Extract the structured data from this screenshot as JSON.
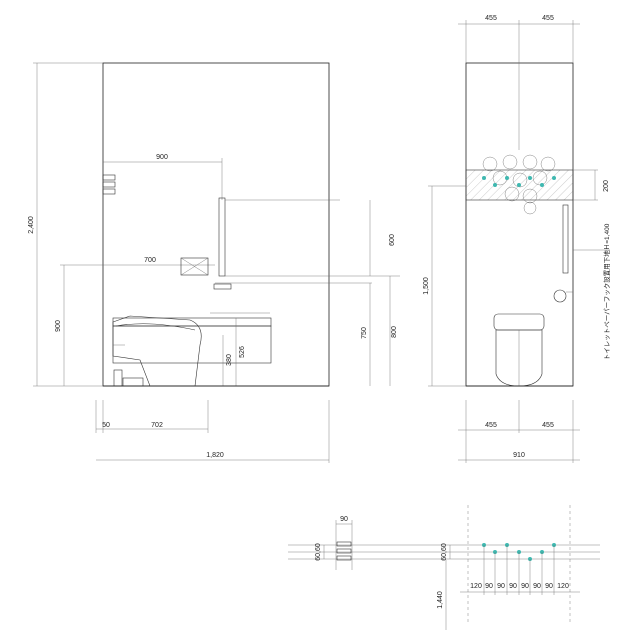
{
  "elevation_left": {
    "height_label": "2,400",
    "rail_900": "900",
    "rail_700": "700",
    "grab_900_v": "900",
    "dim_600": "600",
    "dim_800": "800",
    "dim_750": "750",
    "dim_526": "526",
    "dim_380": "380",
    "dim_50": "50",
    "dim_702": "702",
    "width_label": "1,820"
  },
  "elevation_right": {
    "top_455_left": "455",
    "top_455_right": "455",
    "dim_200": "200",
    "dim_1500": "1,500",
    "holder_note": "トイレットペーパーフック設置用下地Ｈ=1,400",
    "bottom_455_left": "455",
    "bottom_455_right": "455",
    "width_910": "910"
  },
  "detail": {
    "dim_90_top": "90",
    "dim_6060_left": "60,60",
    "dim_6060_right": "60,60",
    "dim_1440": "1,440",
    "spacing": [
      "120",
      "90",
      "90",
      "90",
      "90",
      "90",
      "90",
      "120"
    ]
  },
  "colors": {
    "line": "#333333",
    "accent": "#3fb8b0"
  }
}
